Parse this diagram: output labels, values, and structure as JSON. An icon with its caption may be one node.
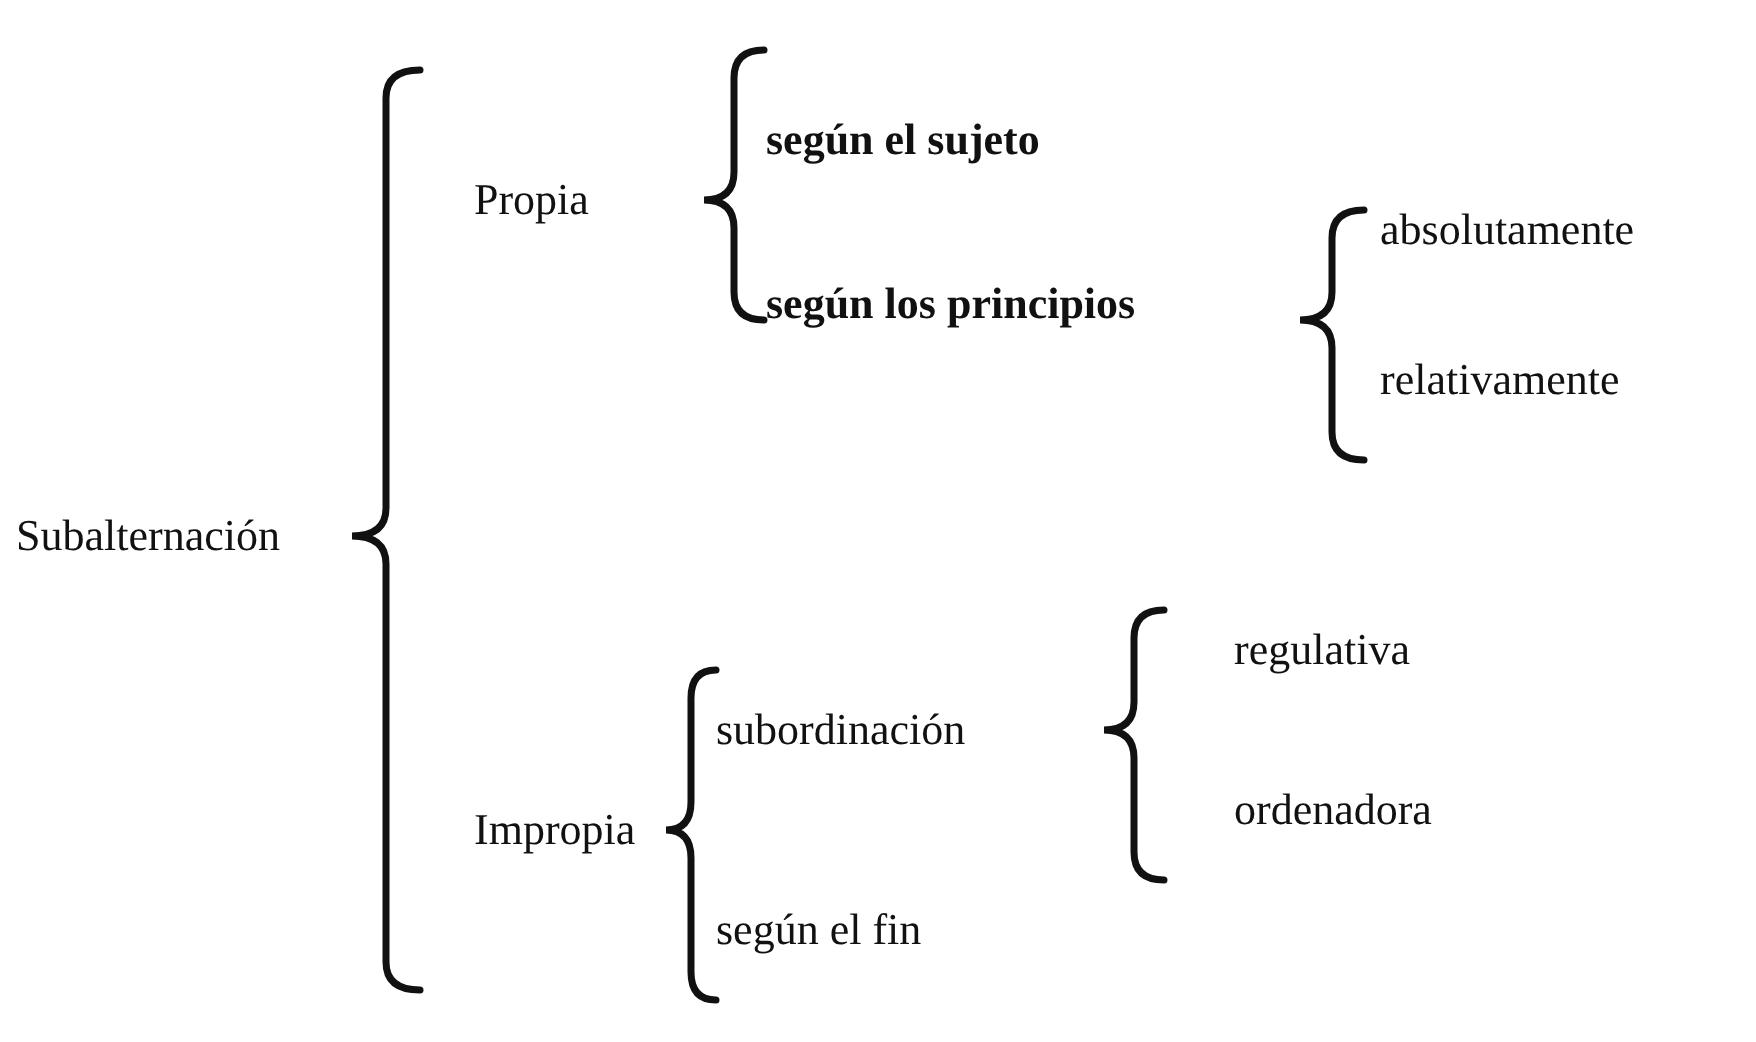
{
  "diagram": {
    "labels": [
      "Subalternación",
      "Propia",
      "según el sujeto",
      "según los principios",
      "absolutamente",
      "relativamente",
      "Impropia",
      "subordinación",
      "regulativa",
      "ordenadora",
      "según el fin"
    ]
  }
}
